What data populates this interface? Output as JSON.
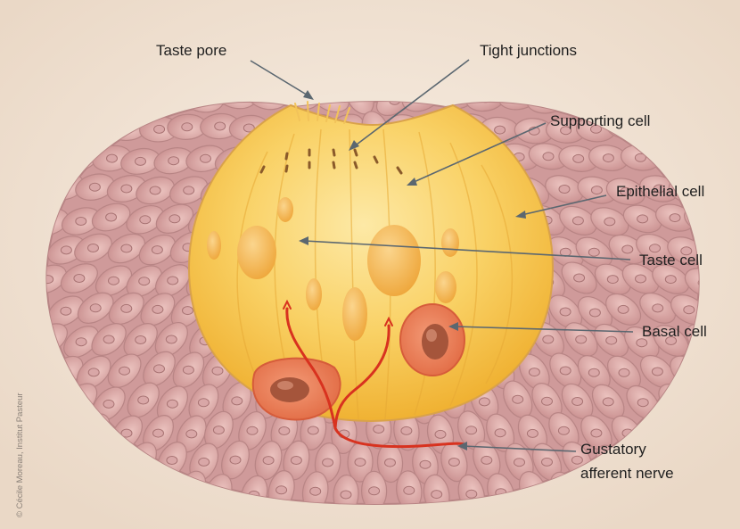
{
  "diagram": {
    "labels": {
      "taste_pore": "Taste pore",
      "tight_junctions": "Tight junctions",
      "supporting_cell": "Supporting cell",
      "epithelial_cell": "Epithelial cell",
      "taste_cell": "Taste cell",
      "basal_cell": "Basal cell",
      "nerve_line1": "Gustatory",
      "nerve_line2": "afferent nerve"
    },
    "credit": "© Cécile Moreau, Institut Pasteur"
  },
  "colors": {
    "background": "#f3e6d9",
    "epithelium": "#d9a7a7",
    "epithelium_outline": "#b88585",
    "taste_bud": "#f6c448",
    "taste_bud_light": "#fde9a6",
    "basal_cell": "#ec7f58",
    "basal_nucleus": "#a5553b",
    "nerve": "#d8321f",
    "pointer": "#5b6770"
  }
}
